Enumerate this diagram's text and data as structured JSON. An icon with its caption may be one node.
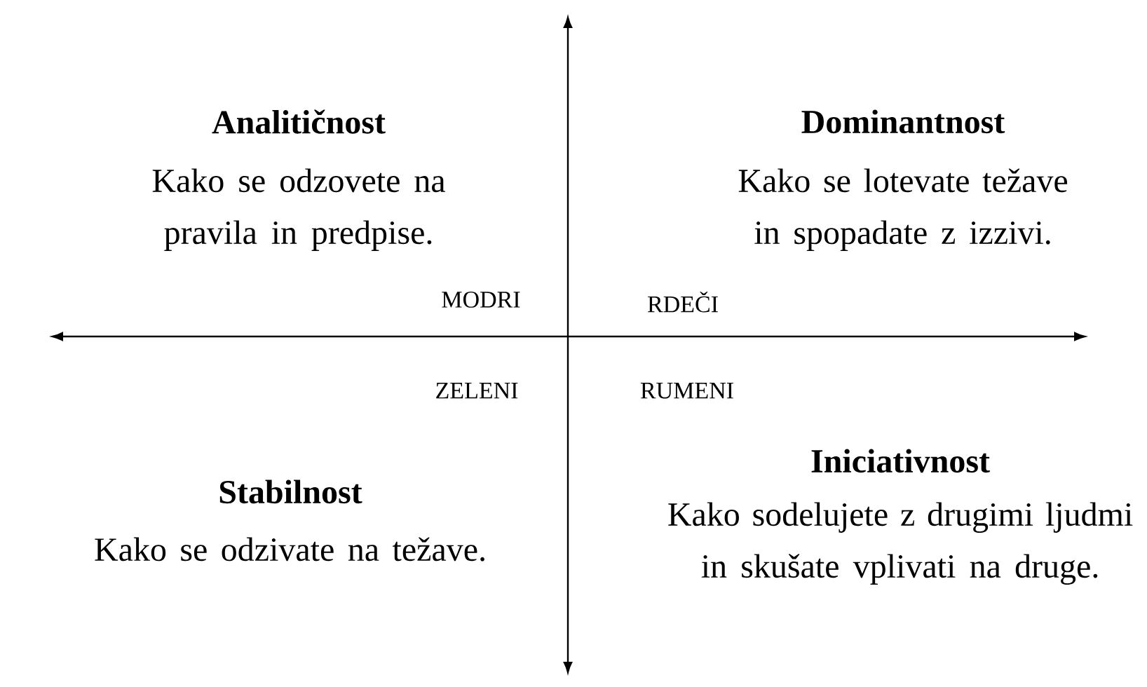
{
  "diagram": {
    "labels": [
      "Analitičnost",
      "Kako se odzovete na pravila in  predpise.",
      "Dominantnost",
      "Kako se lotevate težave in spopadate z izzivi.",
      "MODRI",
      "RDEČI",
      "ZELENI",
      "RUMENI",
      "Stabilnost",
      "Kako se odzivate na težave.",
      "Iniciativnost",
      "Kako sodelujete z drugimi ljudmi in skušate vplivati na druge."
    ]
  }
}
